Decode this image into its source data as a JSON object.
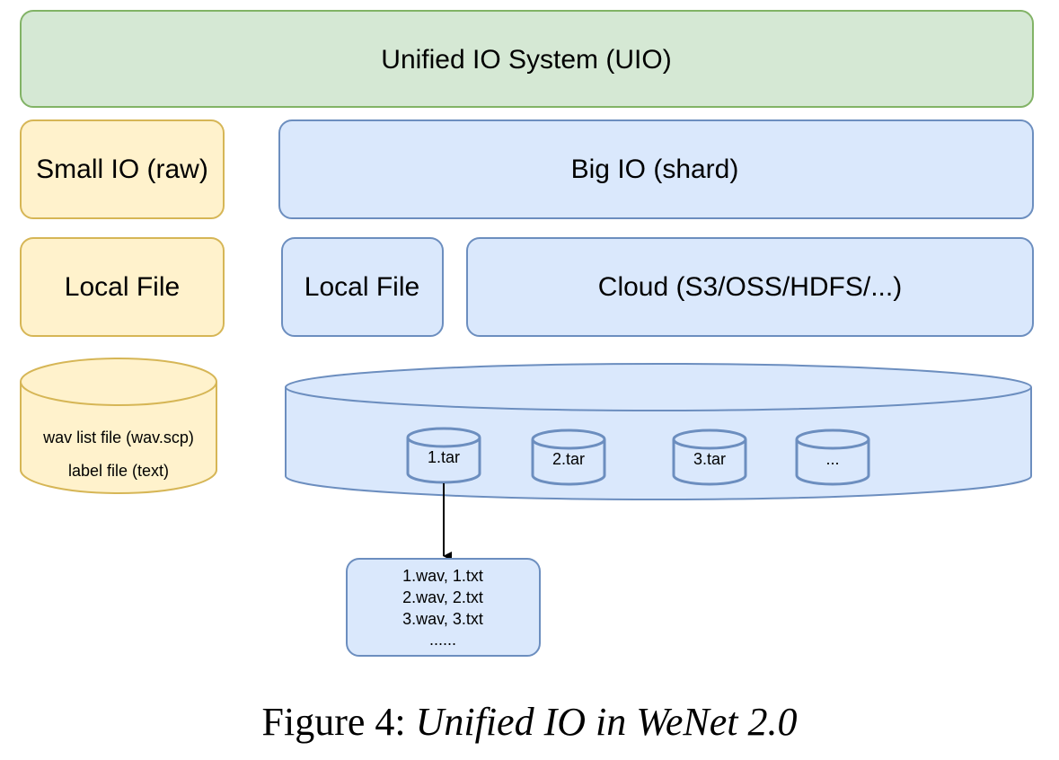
{
  "colors": {
    "green_fill": "#d5e8d4",
    "green_stroke": "#82b366",
    "yellow_fill": "#fff2cc",
    "yellow_stroke": "#d6b656",
    "blue_fill": "#dae8fc",
    "blue_stroke": "#6c8ebf",
    "arrow": "#000000"
  },
  "diagram": {
    "uio": "Unified IO System (UIO)",
    "small_io": "Small IO (raw)",
    "big_io": "Big IO (shard)",
    "small_local_file": "Local File",
    "big_local_file": "Local File",
    "cloud": "Cloud (S3/OSS/HDFS/...)",
    "raw_db": {
      "line1": "wav list file (wav.scp)",
      "line2": "label file (text)"
    },
    "shards": [
      "1.tar",
      "2.tar",
      "3.tar",
      "..."
    ],
    "tar_contents": [
      "1.wav, 1.txt",
      "2.wav, 2.txt",
      "3.wav, 3.txt",
      "......"
    ]
  },
  "caption": {
    "prefix": "Figure 4:",
    "title": "Unified IO in WeNet 2.0"
  }
}
